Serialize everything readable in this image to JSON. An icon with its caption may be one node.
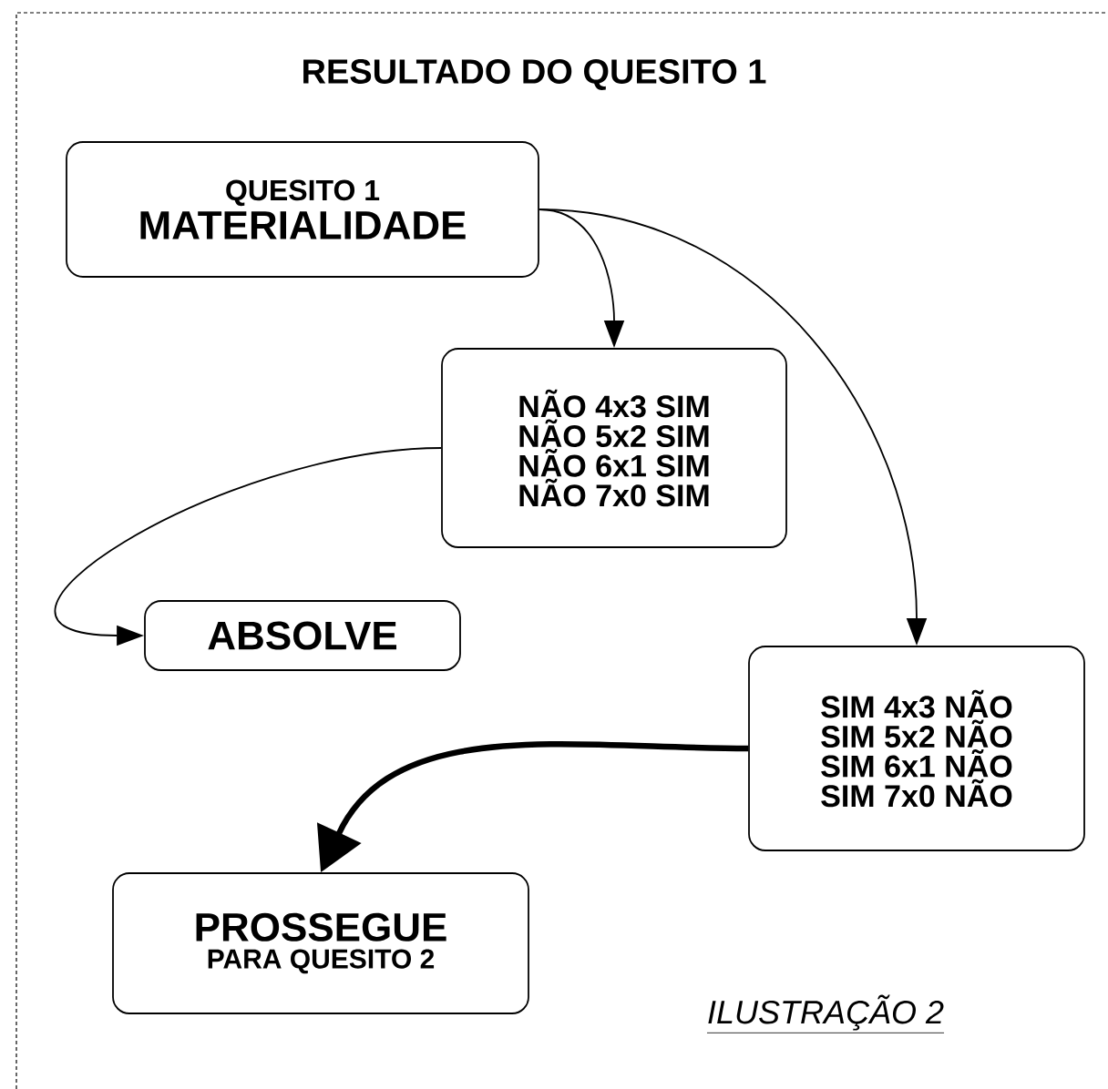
{
  "diagram": {
    "title": "RESULTADO DO QUESITO 1",
    "nodes": [
      {
        "text": [
          "QUESITO 1",
          "MATERIALIDADE"
        ]
      },
      {
        "text": [
          "NÃO 4x3 SIM",
          "NÃO 5x2 SIM",
          "NÃO 6x1 SIM",
          "NÃO 7x0 SIM"
        ]
      },
      {
        "text": [
          "ABSOLVE"
        ]
      },
      {
        "text": [
          "SIM 4x3 NÃO",
          "SIM 5x2 NÃO",
          "SIM 6x1 NÃO",
          "SIM 7x0 NÃO"
        ]
      },
      {
        "text": [
          "PROSSEGUE",
          "PARA QUESITO 2"
        ]
      }
    ],
    "edges": [
      {
        "from": 0,
        "to": 1,
        "arrow": "to"
      },
      {
        "from": 0,
        "to": 3,
        "arrow": "to"
      },
      {
        "from": 1,
        "to": 2,
        "arrow": "to"
      },
      {
        "from": 3,
        "to": 4,
        "arrow": "to",
        "style": "thick"
      }
    ],
    "labels": [
      "ILUSTRAÇÃO 2"
    ]
  }
}
